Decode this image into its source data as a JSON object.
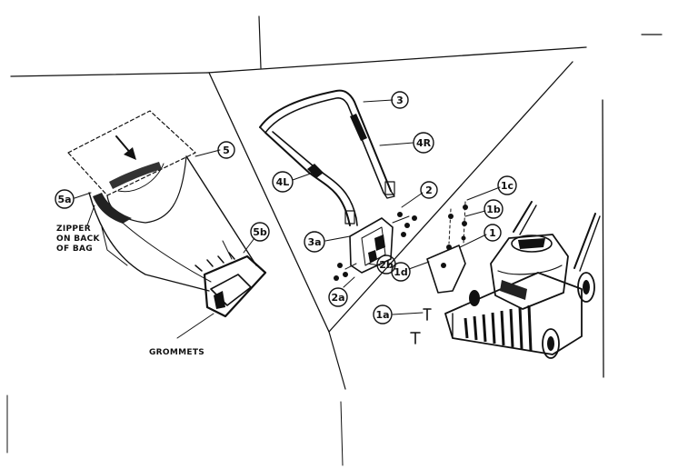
{
  "diagram": {
    "callouts": {
      "c3": "3",
      "c4r": "4R",
      "c4l": "4L",
      "c2": "2",
      "c3a": "3a",
      "c2b": "2b",
      "c2a": "2a",
      "c5": "5",
      "c5a": "5a",
      "c5b": "5b",
      "c1c": "1c",
      "c1b": "1b",
      "c1": "1",
      "c1d": "1d",
      "c1a": "1a"
    },
    "notes": {
      "zipper": [
        "ZIPPER",
        "ON BACK",
        "OF BAG"
      ],
      "grommets": "GROMMETS"
    }
  }
}
